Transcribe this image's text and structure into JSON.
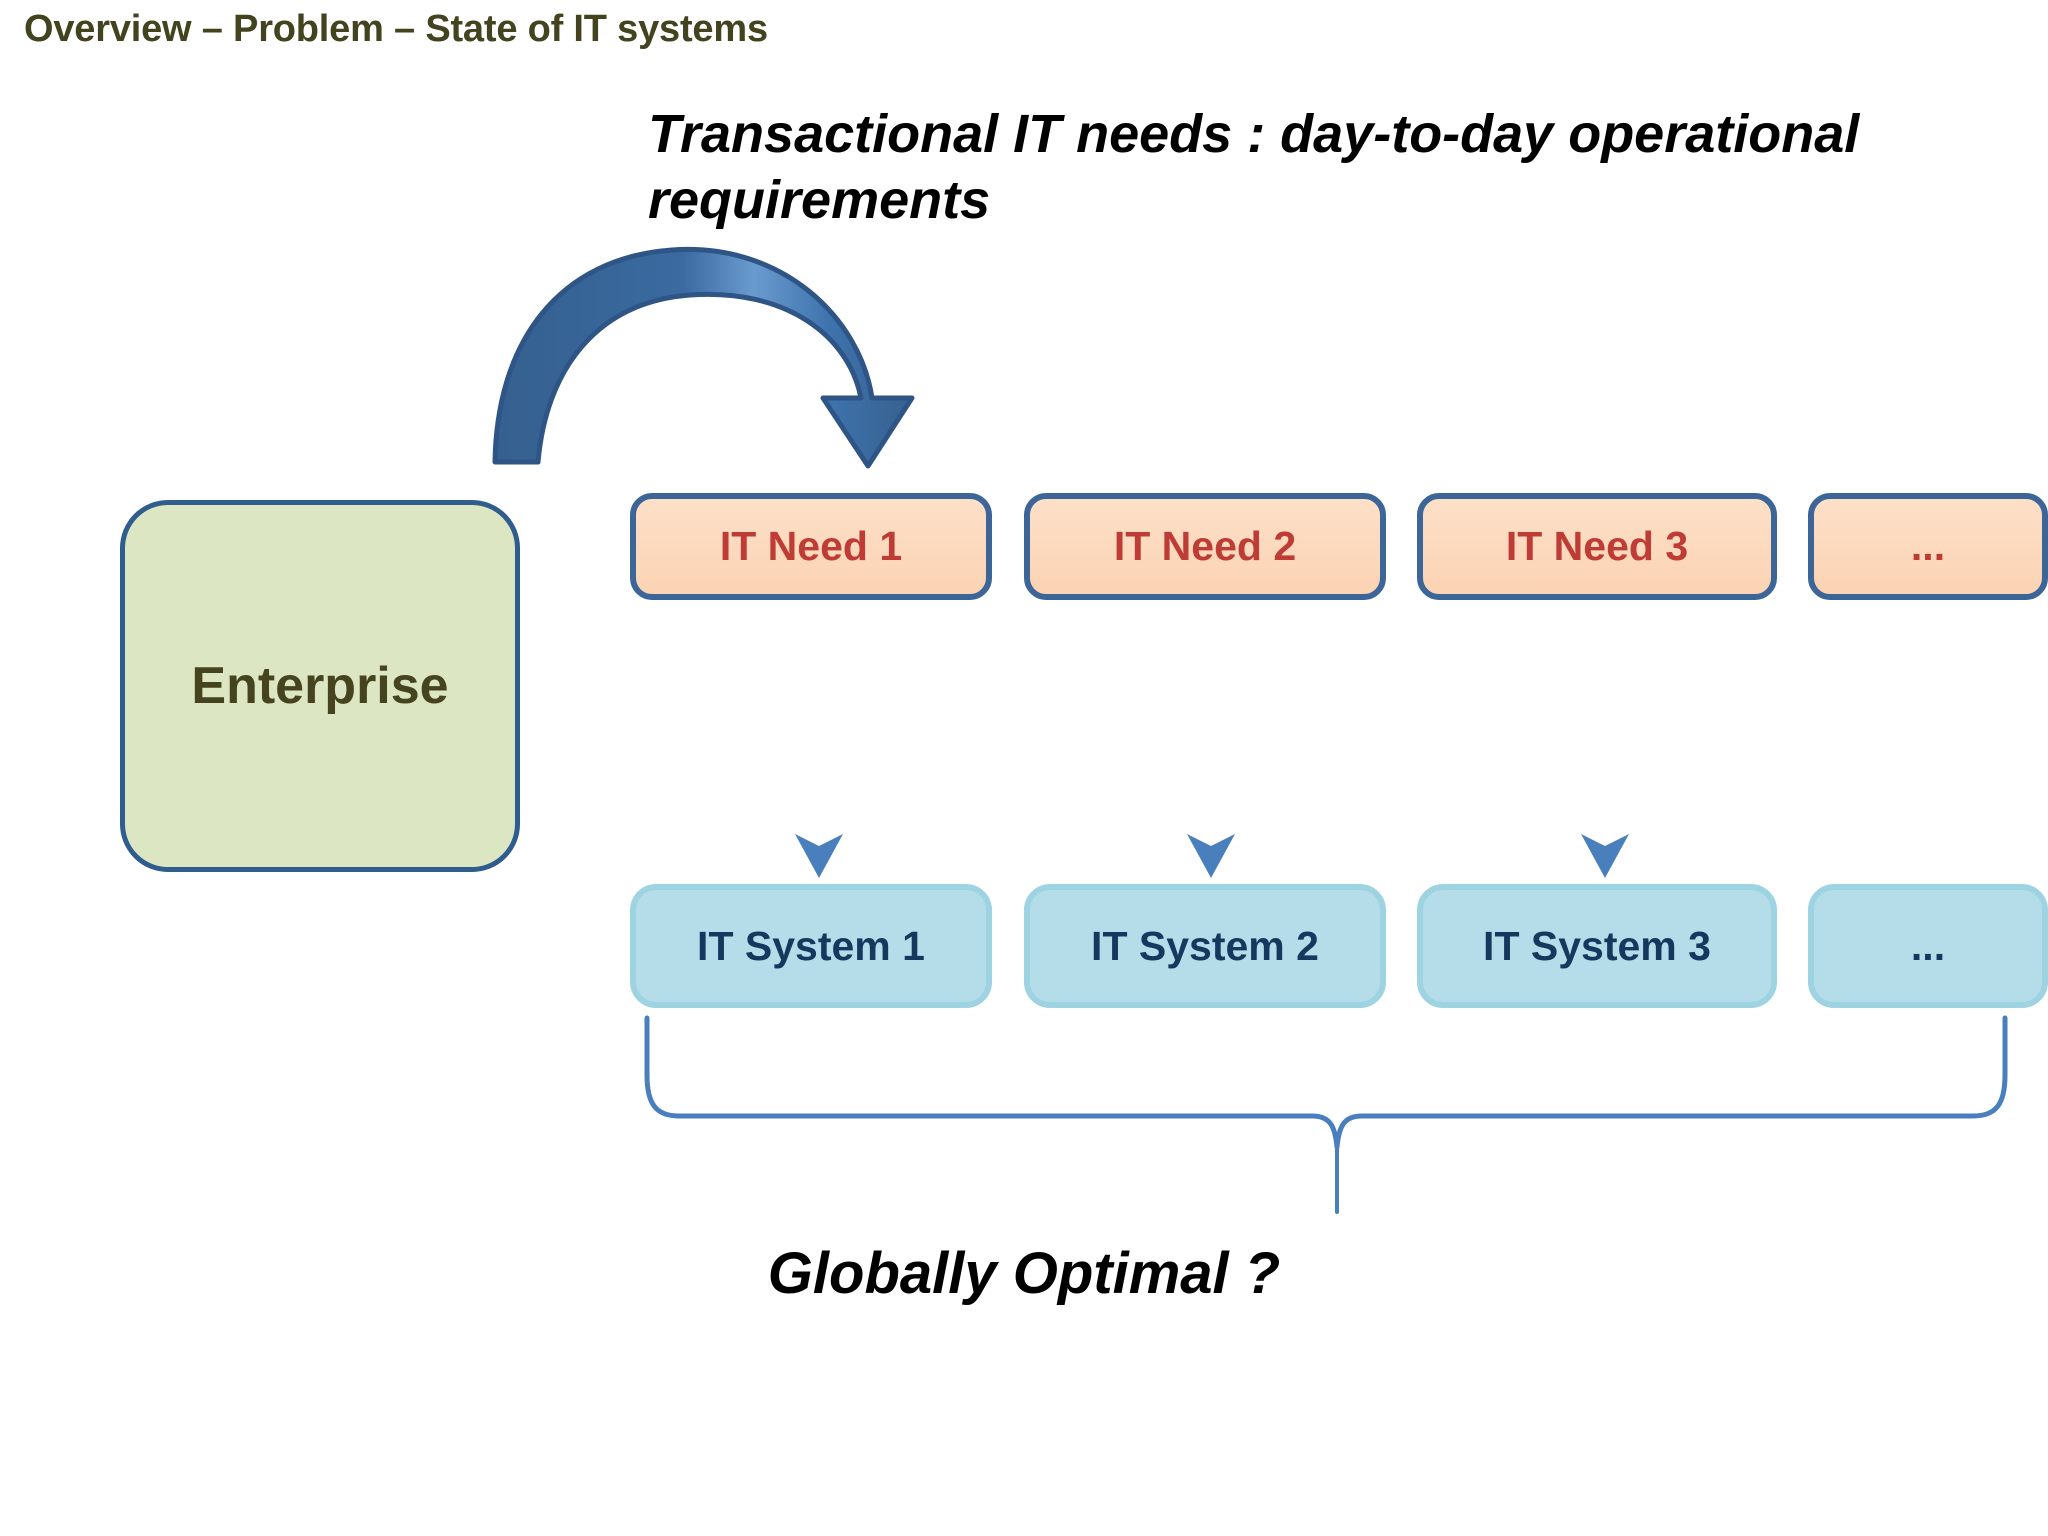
{
  "slide": {
    "title": "Overview – Problem – State of IT systems",
    "heading": "Transactional IT needs : day-to-day operational requirements",
    "question": "Globally Optimal ?",
    "background_color": "#ffffff"
  },
  "enterprise": {
    "label": "Enterprise",
    "fill_color": "#dce6c3",
    "border_color": "#2e5d8e",
    "text_color": "#45441e"
  },
  "needs_row": {
    "fill_color": "#fbd5b7",
    "border_color": "#3c6698",
    "text_color": "#be3c35",
    "items": [
      {
        "label": "IT Need 1"
      },
      {
        "label": "IT Need 2"
      },
      {
        "label": "IT Need 3"
      },
      {
        "label": "..."
      }
    ]
  },
  "systems_row": {
    "fill_color": "#b5dde9",
    "border_color": "#9ed3e2",
    "text_color": "#15395e",
    "items": [
      {
        "label": "IT System 1"
      },
      {
        "label": "IT System 2"
      },
      {
        "label": "IT System 3"
      },
      {
        "label": "..."
      }
    ]
  },
  "connectors": {
    "curved_arrow_color": "#3a6fa8",
    "down_arrow_color": "#4a7fbe",
    "brace_color": "#4a7fbe",
    "down_arrow_count": 3
  }
}
